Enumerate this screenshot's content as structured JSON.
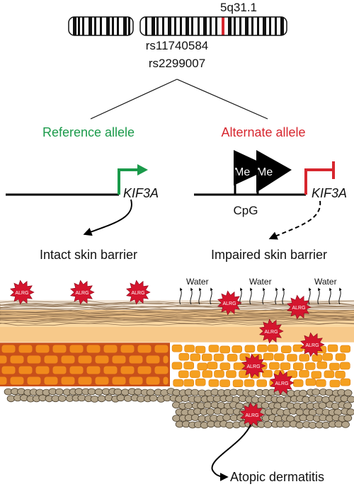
{
  "locus": {
    "band": "5q31.1",
    "snp1": "rs11740584",
    "snp2": "rs2299007"
  },
  "reference": {
    "allele_label": "Reference allele",
    "gene": "KIF3A",
    "outcome": "Intact skin barrier"
  },
  "alternate": {
    "allele_label": "Alternate allele",
    "methyl_label": "Me",
    "cpg_label": "CpG",
    "gene": "KIF3A",
    "outcome": "Impaired skin barrier"
  },
  "skin": {
    "allergen_label": "ALRG",
    "water_label": "Water"
  },
  "disease": "Atopic dermatitis",
  "colors": {
    "reference": "#1a9a4a",
    "alternate": "#d7262e",
    "allergen": "#d4152e",
    "corneocyte": "#f08a1c",
    "corneocyte_edge": "#c8501a",
    "basal_cell": "#b3a48a",
    "fibers": "#8a6a4a",
    "granular": "#f7c98a"
  },
  "icons": [
    "chromosome-ideogram",
    "transcription-start-arrow",
    "blocked-promoter-icon",
    "methyl-group-triangle",
    "allergen-burst",
    "water-evaporation-arrow"
  ]
}
